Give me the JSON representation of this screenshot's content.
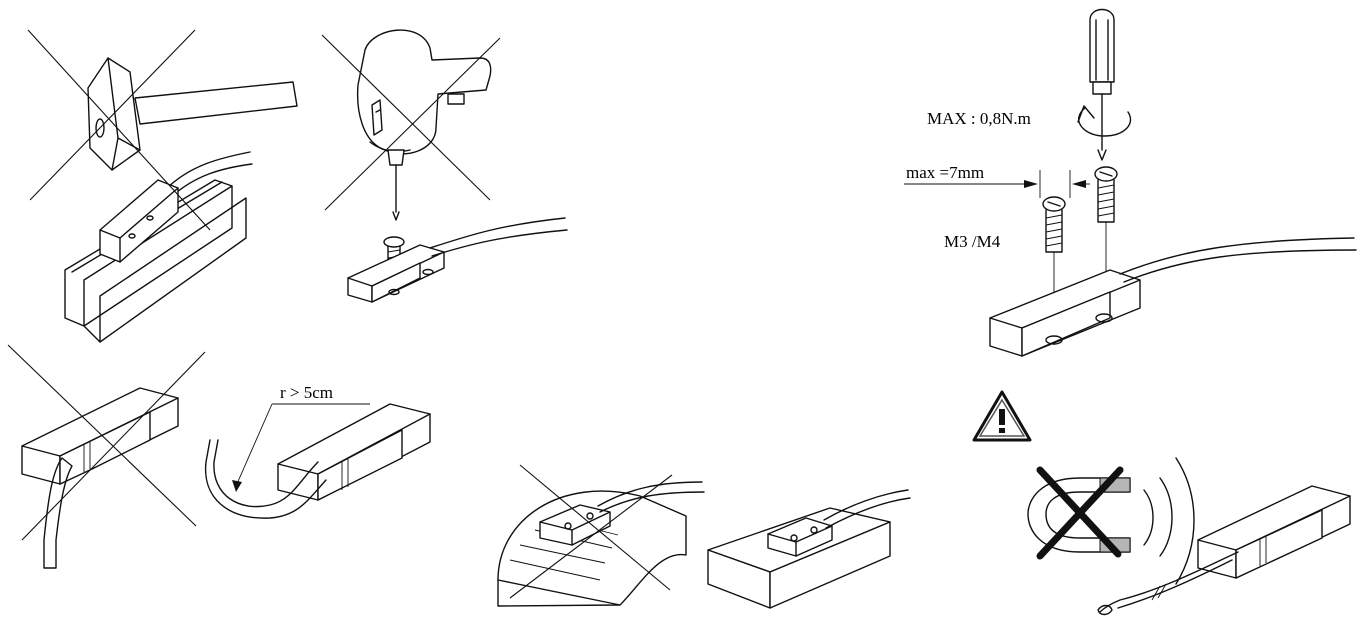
{
  "labels": {
    "torque": "MAX : 0,8N.m",
    "screw_spacing": "max =7mm",
    "screw_size": "M3 /M4",
    "bend_radius": "r > 5cm"
  },
  "colors": {
    "line": "#111111",
    "background": "#ffffff",
    "magnet_pole": "#b5b5b5"
  },
  "icons": {
    "warning": "warning-triangle-icon"
  }
}
